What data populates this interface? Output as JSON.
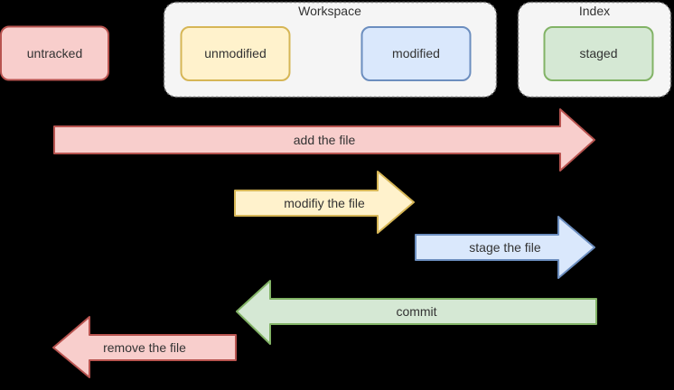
{
  "background": "#000000",
  "containers": {
    "workspace": {
      "title": "Workspace",
      "fill": "#f5f5f5",
      "stroke": "#737373"
    },
    "index": {
      "title": "Index",
      "fill": "#f5f5f5",
      "stroke": "#737373"
    }
  },
  "states": {
    "untracked": {
      "label": "untracked",
      "fill": "#f8cecc",
      "stroke": "#b85450"
    },
    "unmodified": {
      "label": "unmodified",
      "fill": "#fff2cc",
      "stroke": "#d6b656"
    },
    "modified": {
      "label": "modified",
      "fill": "#dae8fc",
      "stroke": "#6c8ebf"
    },
    "staged": {
      "label": "staged",
      "fill": "#d5e8d4",
      "stroke": "#82b366"
    }
  },
  "transitions": {
    "add": {
      "label": "add the file",
      "direction": "right",
      "fill": "#f8cecc",
      "stroke": "#b85450"
    },
    "modify": {
      "label": "modifiy the file",
      "direction": "right",
      "fill": "#fff2cc",
      "stroke": "#d6b656"
    },
    "stage": {
      "label": "stage the file",
      "direction": "right",
      "fill": "#dae8fc",
      "stroke": "#6c8ebf"
    },
    "commit": {
      "label": "commit",
      "direction": "left",
      "fill": "#d5e8d4",
      "stroke": "#82b366"
    },
    "remove": {
      "label": "remove the file",
      "direction": "left",
      "fill": "#f8cecc",
      "stroke": "#b85450"
    }
  }
}
